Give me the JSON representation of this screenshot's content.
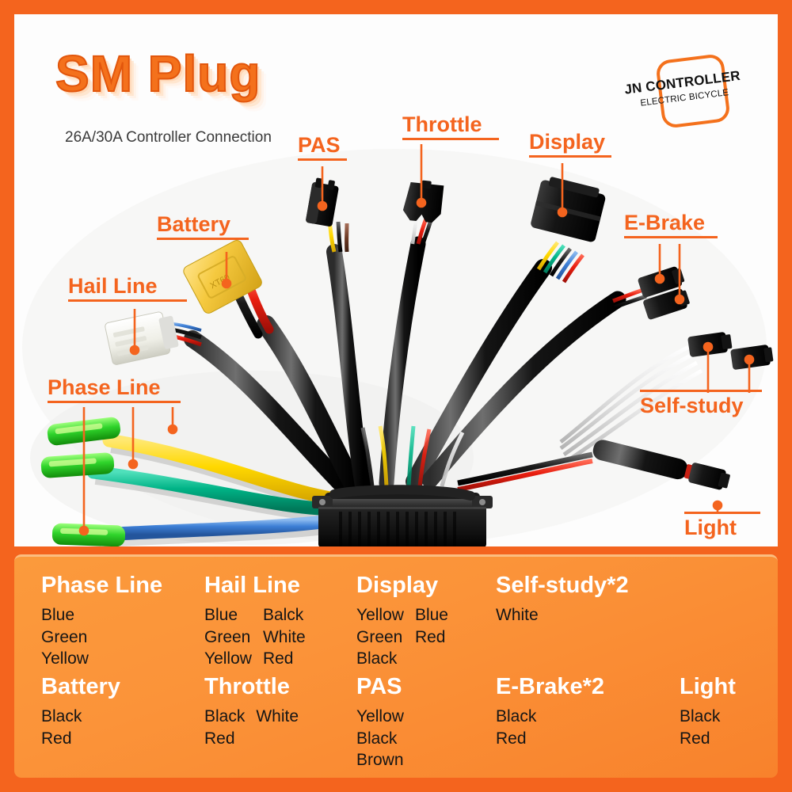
{
  "header": {
    "title": "SM Plug",
    "subtitle": "26A/30A Controller Connection",
    "logo": {
      "brand": "JN CONTROLLER",
      "tagline": "ELECTRIC BICYCLE"
    }
  },
  "colors": {
    "frame_orange": "#f4641e",
    "panel_orange": "#fb9a3c",
    "label_orange": "#f4641e",
    "heading_white": "#ffffff",
    "body_black": "#151515",
    "photo_background": "#ffffff",
    "wire_yellow": "#ffd800",
    "wire_green": "#00b386",
    "wire_blue": "#3d7fd6",
    "bullet_connector_green": "#2ad72a",
    "battery_connector_yellow": "#f5c93f",
    "hail_connector_white": "#f2f2ee"
  },
  "photo_callouts": [
    {
      "id": "hail-line",
      "label": "Hail Line",
      "leaders": 1
    },
    {
      "id": "battery",
      "label": "Battery",
      "leaders": 1
    },
    {
      "id": "pas",
      "label": "PAS",
      "leaders": 1
    },
    {
      "id": "throttle",
      "label": "Throttle",
      "leaders": 1
    },
    {
      "id": "display",
      "label": "Display",
      "leaders": 1
    },
    {
      "id": "e-brake",
      "label": "E-Brake",
      "leaders": 2
    },
    {
      "id": "self-study",
      "label": "Self-study",
      "leaders": 2
    },
    {
      "id": "phase-line",
      "label": "Phase Line",
      "leaders": 3
    },
    {
      "id": "light",
      "label": "Light",
      "leaders": 1
    }
  ],
  "legend": {
    "row1": [
      {
        "id": "phase-line",
        "title": "Phase Line",
        "columns": [
          [
            "Blue",
            "Green",
            "Yellow"
          ]
        ]
      },
      {
        "id": "hail-line",
        "title": "Hail Line",
        "columns": [
          [
            "Blue",
            "Green",
            "Yellow"
          ],
          [
            "Balck",
            "White",
            "Red"
          ]
        ]
      },
      {
        "id": "display",
        "title": "Display",
        "columns": [
          [
            "Yellow",
            "Green",
            "Black"
          ],
          [
            "Blue",
            "Red"
          ]
        ]
      },
      {
        "id": "self-study",
        "title": "Self-study*2",
        "columns": [
          [
            "White"
          ]
        ]
      }
    ],
    "row2": [
      {
        "id": "battery",
        "title": "Battery",
        "columns": [
          [
            "Black",
            "Red"
          ]
        ]
      },
      {
        "id": "throttle",
        "title": "Throttle",
        "columns": [
          [
            "Black",
            "Red"
          ],
          [
            "White"
          ]
        ]
      },
      {
        "id": "pas",
        "title": "PAS",
        "columns": [
          [
            "Yellow",
            "Black",
            "Brown"
          ]
        ]
      },
      {
        "id": "e-brake",
        "title": "E-Brake*2",
        "columns": [
          [
            "Black",
            "Red"
          ]
        ]
      },
      {
        "id": "light",
        "title": "Light",
        "columns": [
          [
            "Black",
            "Red"
          ]
        ]
      }
    ]
  }
}
